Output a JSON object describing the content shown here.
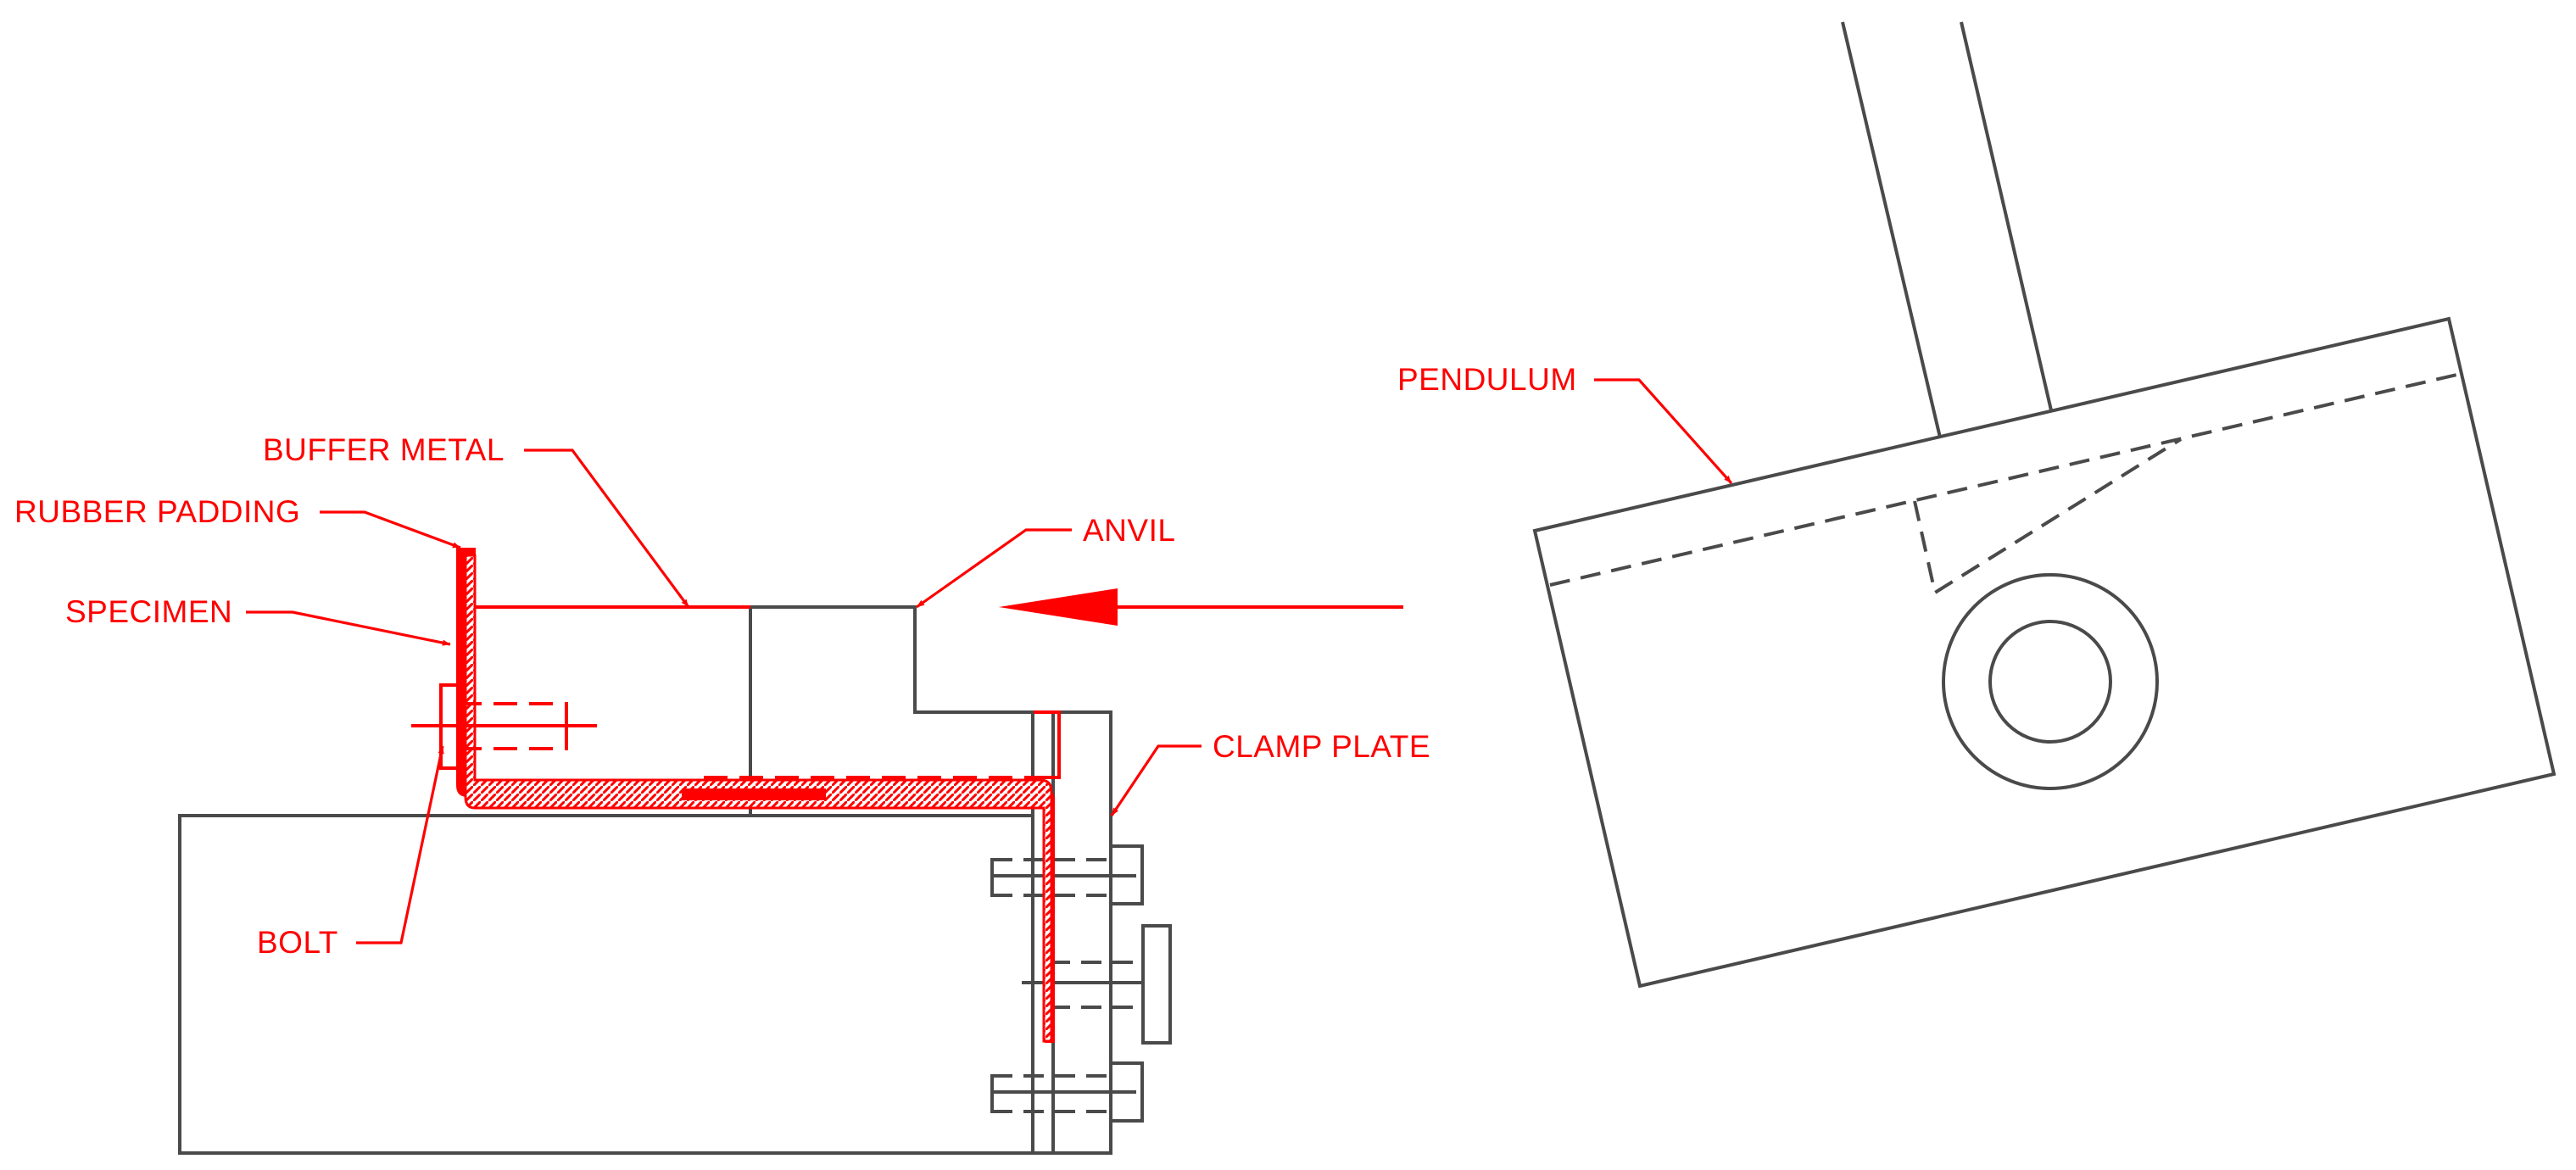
{
  "colors": {
    "annotation": "#ff0000",
    "outline": "#4a4a4a",
    "background": "#ffffff"
  },
  "labels": {
    "buffer_metal": "BUFFER METAL",
    "rubber_padding": "RUBBER PADDING",
    "specimen": "SPECIMEN",
    "anvil": "ANVIL",
    "clamp_plate": "CLAMP PLATE",
    "bolt": "BOLT",
    "pendulum": "PENDULUM"
  },
  "icons": {
    "impact_direction": "arrow-left-icon"
  }
}
